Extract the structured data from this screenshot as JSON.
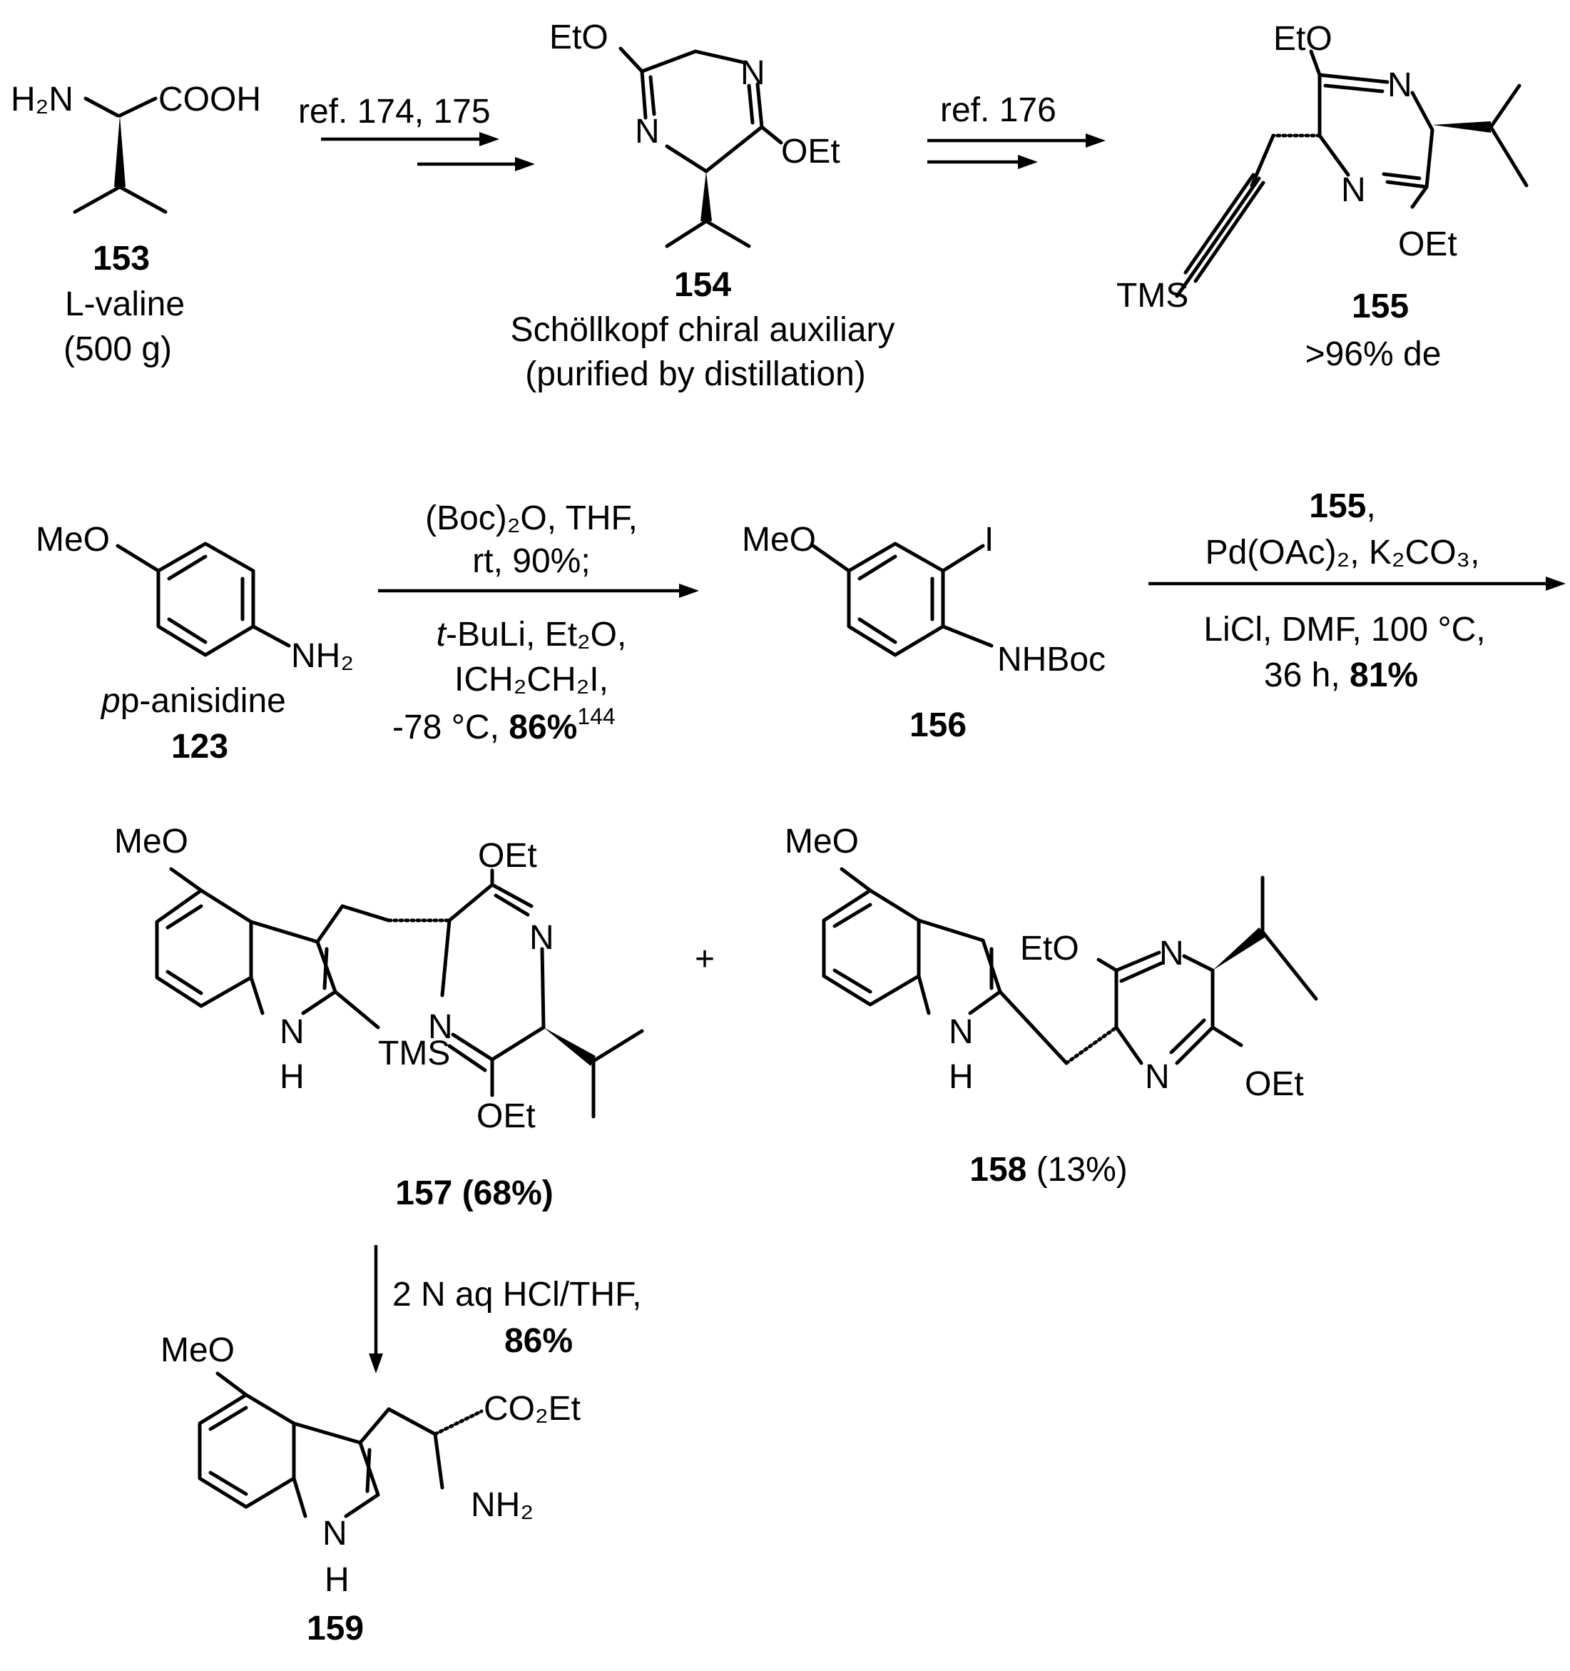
{
  "compounds": {
    "c153": {
      "number": "153",
      "name": "L-valine",
      "amount": "(500 g)"
    },
    "c154": {
      "number": "154",
      "note1": "Schöllkopf chiral auxiliary",
      "note2": "(purified by distillation)"
    },
    "c155": {
      "number": "155",
      "note": ">96% de"
    },
    "c123": {
      "name": "p-anisidine",
      "number": "123"
    },
    "c156": {
      "number": "156"
    },
    "c157": {
      "number": "157",
      "yield": "(68%)"
    },
    "c158": {
      "number": "158",
      "yield": "(13%)"
    },
    "c159": {
      "number": "159"
    }
  },
  "atoms": {
    "h2n": "H₂N",
    "cooh": "COOH",
    "eto": "EtO",
    "oet": "OEt",
    "n": "N",
    "tms": "TMS",
    "meo": "MeO",
    "nh2": "NH₂",
    "i": "I",
    "nhboc": "NHBoc",
    "h": "H",
    "co2et": "CO₂Et"
  },
  "plus": "+",
  "steps": {
    "s1": {
      "ref": "ref. 174, 175"
    },
    "s2": {
      "ref": "ref. 176"
    },
    "s3": {
      "line1": "(Boc)₂O, THF,",
      "line2": "rt, 90%;",
      "line3_italic": "t",
      "line3": "-BuLi, Et₂O,",
      "line4": "ICH₂CH₂I,",
      "line5_a": "-78 °C, ",
      "line5_b": "86%",
      "line5_sup": "144"
    },
    "s4": {
      "line1_bold": "155",
      "line1": ",",
      "line2": "Pd(OAc)₂, K₂CO₃,",
      "line3": "LiCl, DMF, 100 °C,",
      "line4_a": "36 h, ",
      "line4_b": "81%"
    },
    "s5": {
      "line1": "2 N aq HCl/THF,",
      "line2": "86%"
    }
  }
}
